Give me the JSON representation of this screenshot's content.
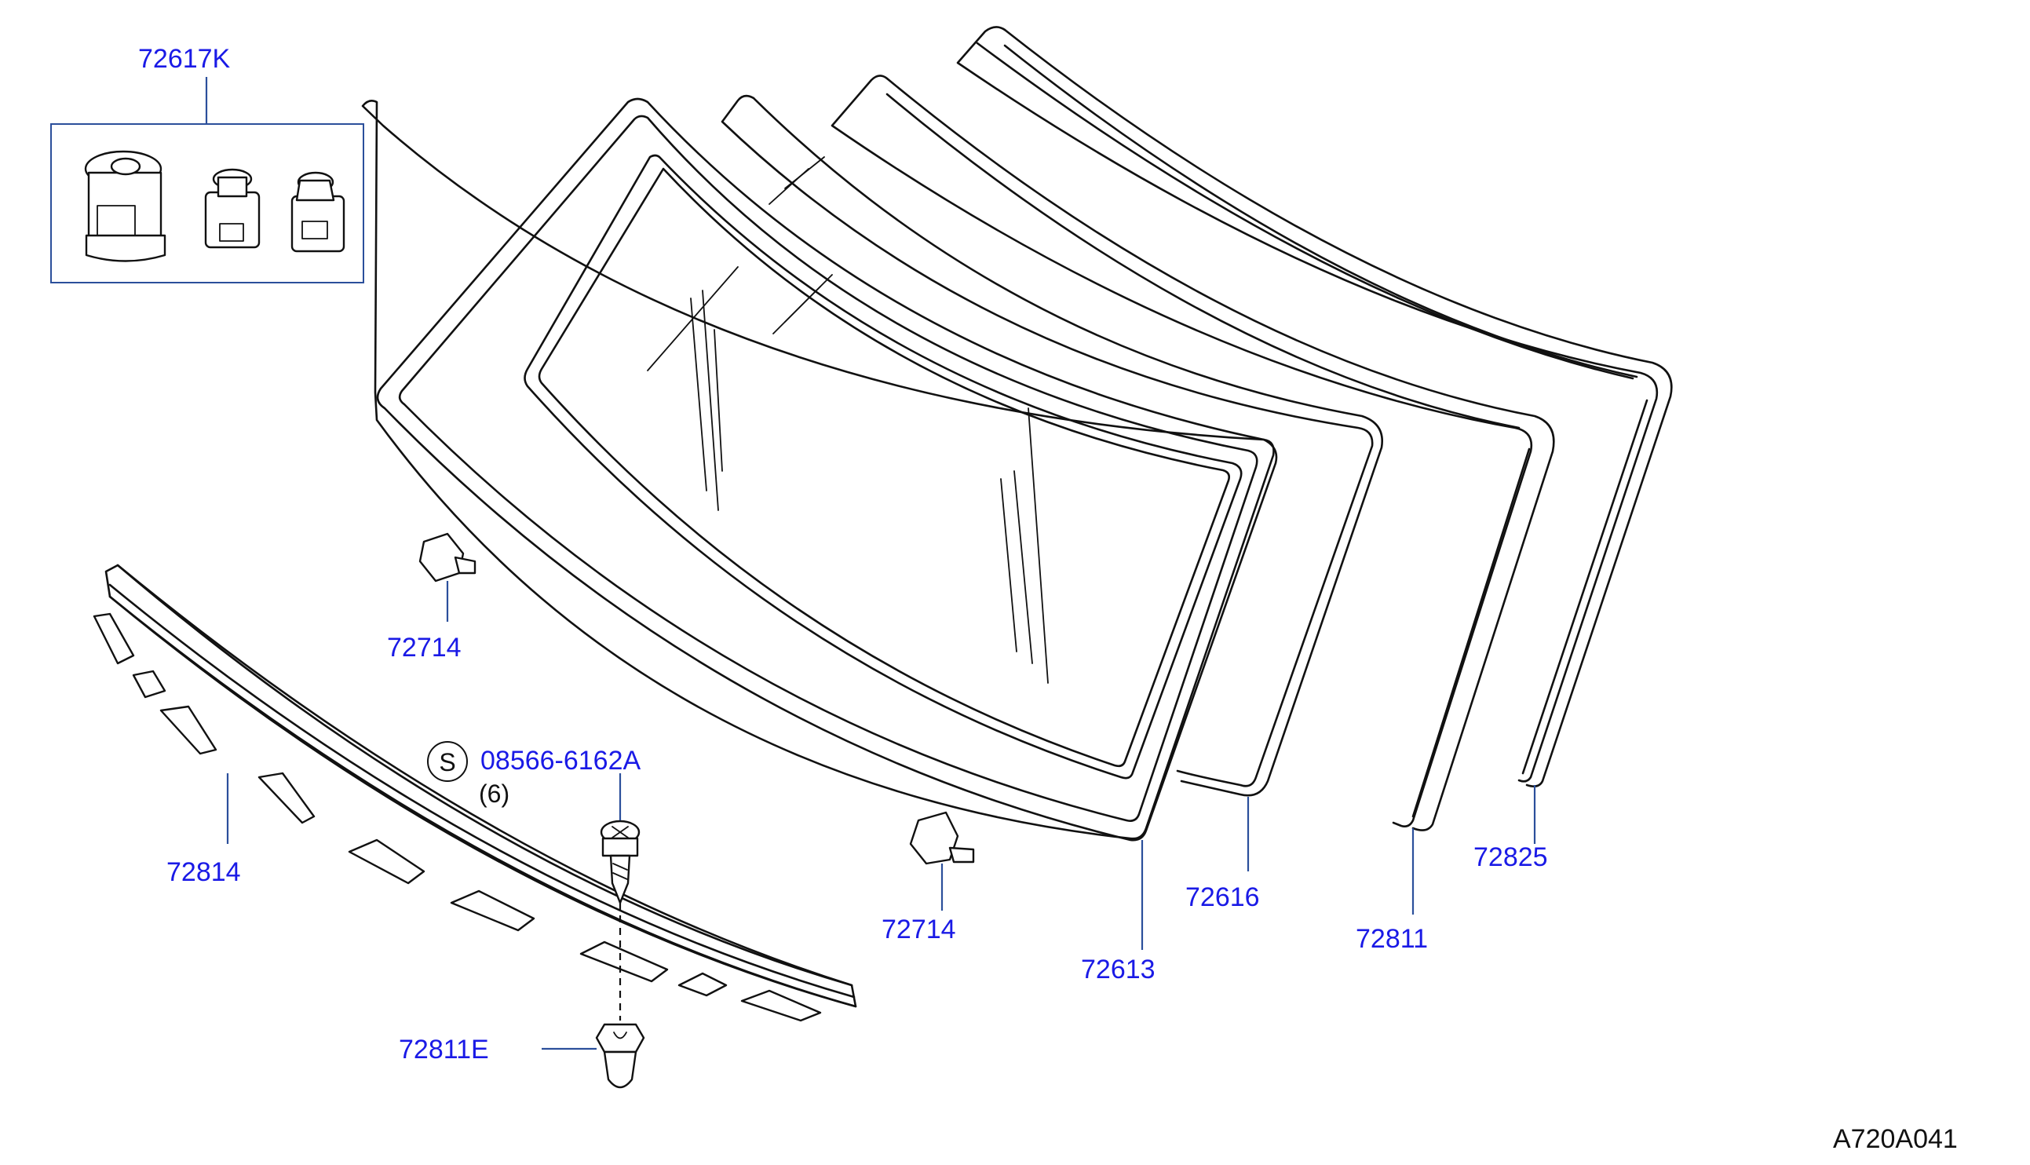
{
  "parts": {
    "kit": "72617K",
    "clip_upper": "72714",
    "clip_lower": "72714",
    "cowl": "72814",
    "screw": "08566-6162A",
    "screw_qty": "(6)",
    "screw_marker": "S",
    "grommet": "72811E",
    "glass": "72613",
    "dam": "72616",
    "molding": "72811",
    "outer_molding": "72825"
  },
  "figure_code": "A720A041",
  "colors": {
    "label": "#1a1ae6",
    "leader": "#2b4f9b",
    "line": "#111111"
  }
}
